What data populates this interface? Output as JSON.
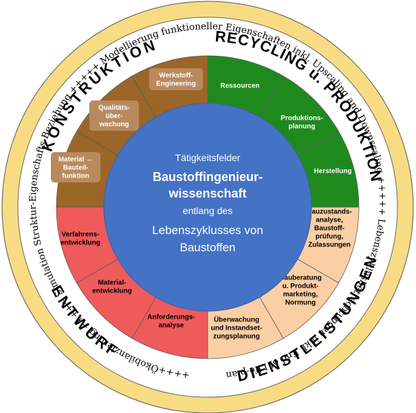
{
  "outer_ring_text": "++++Ökobilanzierung +++++ Simulation Struktur-Eigenschafts-Beziehung +++++ Modellierung funktioneller Eigenschaften inkl. Upscaling and Downscaling +++++ Lebenszyklusbetrachtungen inkl. End of Life-planung (Recycle/Rezyklierbarkeit)",
  "quadrants": [
    {
      "key": "konstruktion",
      "label": "KONSTRUKTION"
    },
    {
      "key": "recycling",
      "label": "RECYCLING u. PRODUKTION"
    },
    {
      "key": "dienstleistungen",
      "label": "DIENSTLEISTUNGEN"
    },
    {
      "key": "entwurf",
      "label": "ENTWURF"
    }
  ],
  "segments": {
    "konstruktion": [
      {
        "lines": [
          "Material ↔",
          "Bauteil-",
          "funktion"
        ]
      },
      {
        "lines": [
          "Qualitäts-",
          "über-",
          "wachung"
        ]
      },
      {
        "lines": [
          "Werkstoff-",
          "Engineering"
        ]
      }
    ],
    "recycling": [
      {
        "lines": [
          "Ressourcen"
        ]
      },
      {
        "lines": [
          "Produktions-",
          "planung"
        ]
      },
      {
        "lines": [
          "Herstellung"
        ]
      }
    ],
    "dienstleistungen": [
      {
        "lines": [
          "Bauzustands-",
          "analyse,",
          "Baustoff-",
          "prüfung,",
          "Zulassungen"
        ]
      },
      {
        "lines": [
          "Bauberatung",
          "u. Produkt-",
          "marketing,",
          "Normung"
        ]
      },
      {
        "lines": [
          "Überwachung",
          "und Instandset-",
          "zungsplanung"
        ]
      }
    ],
    "entwurf": [
      {
        "lines": [
          "Anforderungs-",
          "analyse"
        ]
      },
      {
        "lines": [
          "Material-",
          "entwicklung"
        ]
      },
      {
        "lines": [
          "Verfahrens-",
          "entwicklung"
        ]
      }
    ]
  },
  "center": {
    "line1": "Tätigkeitsfelder",
    "line2": "Baustoffingenieur-",
    "line3": "wissenschaft",
    "line4": "entlang des",
    "line5": "Lebenszyklusses von",
    "line6": "Baustoffen"
  },
  "colors": {
    "outer_ring": "#f7dc84",
    "konstruktion": "#9b6628",
    "recycling": "#1e8a1e",
    "dienstleistungen": "#fbcfa5",
    "entwurf": "#ef5a5a",
    "center": "#4472c4",
    "label_box": "#b98a5e"
  }
}
